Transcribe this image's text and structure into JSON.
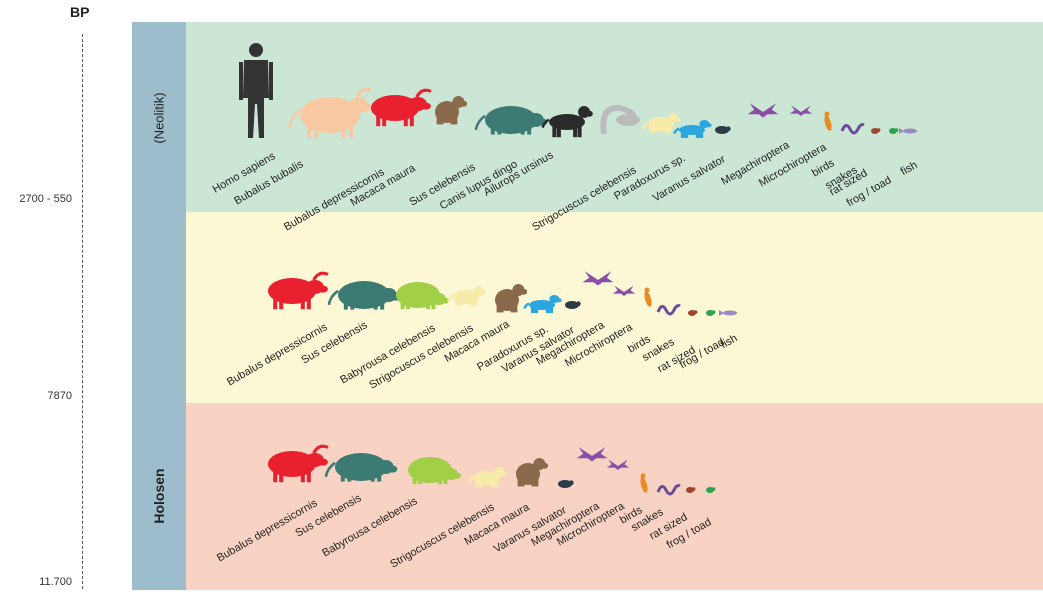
{
  "axis": {
    "title": "BP",
    "ticks": [
      "2700 - 550",
      "7870",
      "11.700"
    ]
  },
  "eras": {
    "neolithic": "(Neolitik)",
    "holocene": "Holosen"
  },
  "colors": {
    "band_neolithic": "#cce6d6",
    "band_middle": "#fcf7d4",
    "band_holocene": "#f8d2c3",
    "era_strip": "#9dbdcc",
    "homo": "#333333",
    "bubalus_bubalis": "#f8c9a0",
    "bubalus_depressicornis": "#e8202f",
    "macaca": "#8a6a4a",
    "sus": "#3c7a74",
    "babyrousa": "#a2cf48",
    "canis": "#2a2a2a",
    "ailurops": "#bbbbbb",
    "strigocuscus": "#f7ebaa",
    "paradoxurus": "#2aa7df",
    "varanus": "#2c3b48",
    "bats": "#8a4ea6",
    "birds": "#e98b22",
    "snakes": "#6c4a9a",
    "rat": "#a0452b",
    "frog": "#2ca44a",
    "fish": "#9a8bc2"
  },
  "rows": [
    {
      "id": "neolithic",
      "labels": [
        "Homo sapiens",
        "Bubalus bubalis",
        "Bubalus depressicornis",
        "Macaca maura",
        "Sus celebensis",
        "Canis lupus dingo",
        "Ailurops ursinus",
        "Strigocuscus celebensis",
        "Paradoxurus sp.",
        "Varanus salvator",
        "Megachiroptera",
        "Microchiroptera",
        "birds",
        "snakes",
        "rat sized",
        "frog / toad",
        "fish"
      ],
      "icons": [
        "human-icon",
        "water-buffalo-icon",
        "anoa-icon",
        "macaque-icon",
        "warty-pig-icon",
        "dingo-icon",
        "bear-cuscus-icon",
        "dwarf-cuscus-icon",
        "civet-icon",
        "monitor-lizard-icon",
        "megabat-icon",
        "microbat-icon",
        "bird-icon",
        "snake-icon",
        "rat-icon",
        "frog-icon",
        "fish-icon"
      ]
    },
    {
      "id": "middle",
      "labels": [
        "Bubalus depressicornis",
        "Sus celebensis",
        "Babyrousa celebensis",
        "Strigocuscus celebensis",
        "Macaca maura",
        "Paradoxurus sp.",
        "Varanus salvator",
        "Megachiroptera",
        "Microchiroptera",
        "birds",
        "snakes",
        "rat sized",
        "frog / toad",
        "fish"
      ],
      "icons": [
        "anoa-icon",
        "warty-pig-icon",
        "babirusa-icon",
        "dwarf-cuscus-icon",
        "macaque-icon",
        "civet-icon",
        "monitor-lizard-icon",
        "megabat-icon",
        "microbat-icon",
        "bird-icon",
        "snake-icon",
        "rat-icon",
        "frog-icon",
        "fish-icon"
      ]
    },
    {
      "id": "holocene",
      "labels": [
        "Bubalus depressicornis",
        "Sus celebensis",
        "Babyrousa celebensis",
        "Strigocuscus celebensis",
        "Macaca maura",
        "Varanus salvator",
        "Megachiroptera",
        "Microchiroptera",
        "birds",
        "snakes",
        "rat sized",
        "frog / toad"
      ],
      "icons": [
        "anoa-icon",
        "warty-pig-icon",
        "babirusa-icon",
        "dwarf-cuscus-icon",
        "macaque-icon",
        "monitor-lizard-icon",
        "megabat-icon",
        "microbat-icon",
        "bird-icon",
        "snake-icon",
        "rat-icon",
        "frog-icon"
      ]
    }
  ]
}
